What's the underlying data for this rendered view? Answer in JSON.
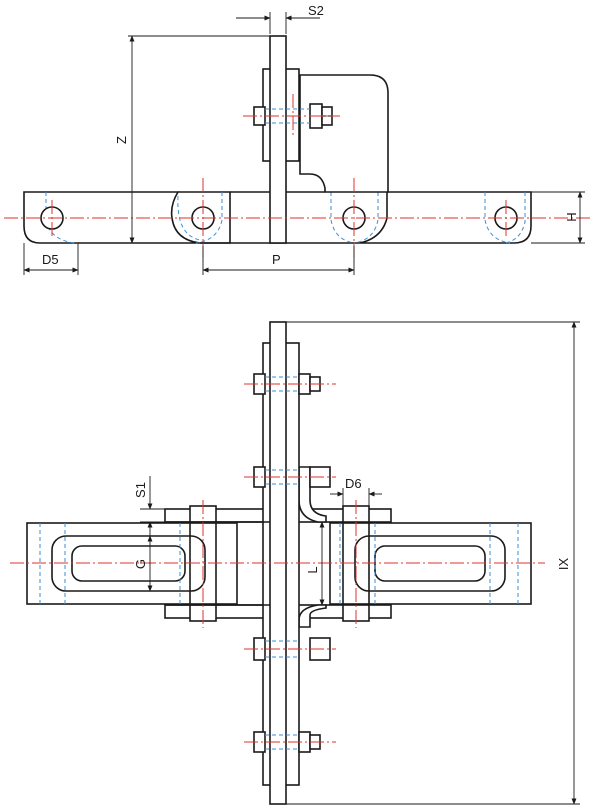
{
  "colors": {
    "outline": "#1a1a1a",
    "centerline": "#e0322e",
    "hidden_line": "#3b8fd6",
    "background": "#ffffff"
  },
  "labels": {
    "s2": "S2",
    "z": "Z",
    "h": "H",
    "d5": "D5",
    "p": "P",
    "s1": "S1",
    "d6": "D6",
    "g": "G",
    "l": "L",
    "ix": "IX"
  }
}
